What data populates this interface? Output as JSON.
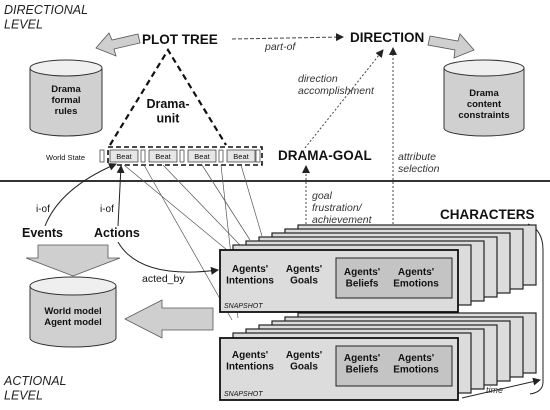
{
  "levels": {
    "directional": "DIRECTIONAL\nLEVEL",
    "actional": "ACTIONAL\nLEVEL"
  },
  "top": {
    "plot_tree": "PLOT TREE",
    "direction": "DIRECTION",
    "part_of": "part-of",
    "direction_accomplishment": "direction\naccomplishment",
    "attribute_selection": "attribute\nselection",
    "drama_unit": "Drama-\nunit",
    "drama_goal": "DRAMA-GOAL",
    "world_state": "World State",
    "beats": [
      "Beat",
      "Beat",
      "Beat",
      "Beat"
    ]
  },
  "databases": {
    "formal_rules": "Drama\nformal\nrules",
    "content_constraints": "Drama\ncontent\nconstraints",
    "world_agent_model": "World model\nAgent model"
  },
  "bottom": {
    "events": "Events",
    "actions": "Actions",
    "i_of_events": "i-of",
    "i_of_actions": "i-of",
    "acted_by": "acted_by",
    "goal_frustration": "goal\nfrustration/\nachievement",
    "characters": "CHARACTERS",
    "time": "time"
  },
  "snapshots": [
    {
      "intentions": "Agents'\nIntentions",
      "goals": "Agents'\nGoals",
      "beliefs": "Agents'\nBeliefs",
      "emotions": "Agents'\nEmotions",
      "label": "SNAPSHOT"
    },
    {
      "intentions": "Agents'\nIntentions",
      "goals": "Agents'\nGoals",
      "beliefs": "Agents'\nBeliefs",
      "emotions": "Agents'\nEmotions",
      "label": "SNAPSHOT"
    }
  ],
  "colors": {
    "panel": "#dcdcdc",
    "cell": "#c4c4c4",
    "db_top": "#efefef",
    "db_body": "#d0d0d0",
    "arrow_fill": "#cfcfcf"
  }
}
